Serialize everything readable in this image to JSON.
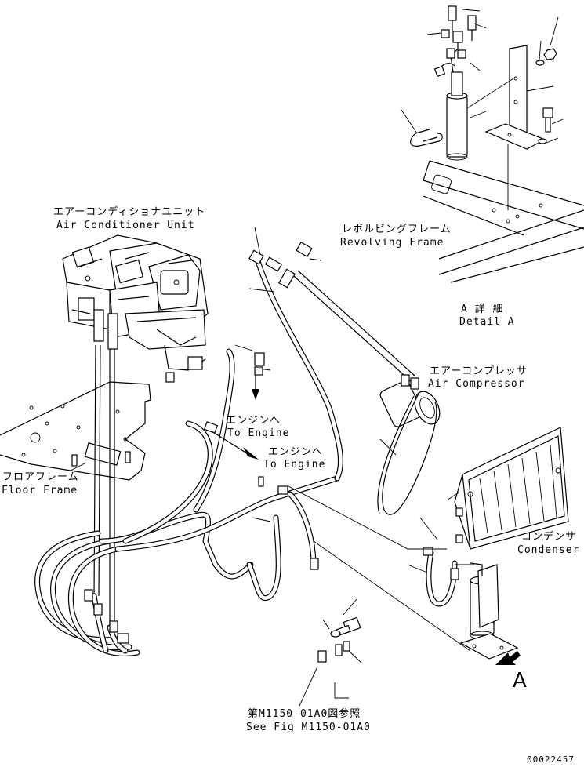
{
  "labels": {
    "air_conditioner_unit_jp": "エアーコンディショナユニット",
    "air_conditioner_unit_en": "Air Conditioner Unit",
    "revolving_frame_jp": "レボルビングフレーム",
    "revolving_frame_en": "Revolving Frame",
    "detail_a_jp": "A 詳 細",
    "detail_a_en": "Detail A",
    "air_compressor_jp": "エアーコンプレッサ",
    "air_compressor_en": "Air Compressor",
    "to_engine_1_jp": "エンジンへ",
    "to_engine_1_en": "To Engine",
    "to_engine_2_jp": "エンジンへ",
    "to_engine_2_en": "To Engine",
    "floor_frame_jp": "フロアフレーム",
    "floor_frame_en": "Floor Frame",
    "condenser_jp": "コンデンサ",
    "condenser_en": "Condenser",
    "see_fig_jp": "第M1150-01A0図参照",
    "see_fig_en": "See Fig M1150-01A0",
    "view_a_marker": "A",
    "figure_code": "00022457"
  }
}
